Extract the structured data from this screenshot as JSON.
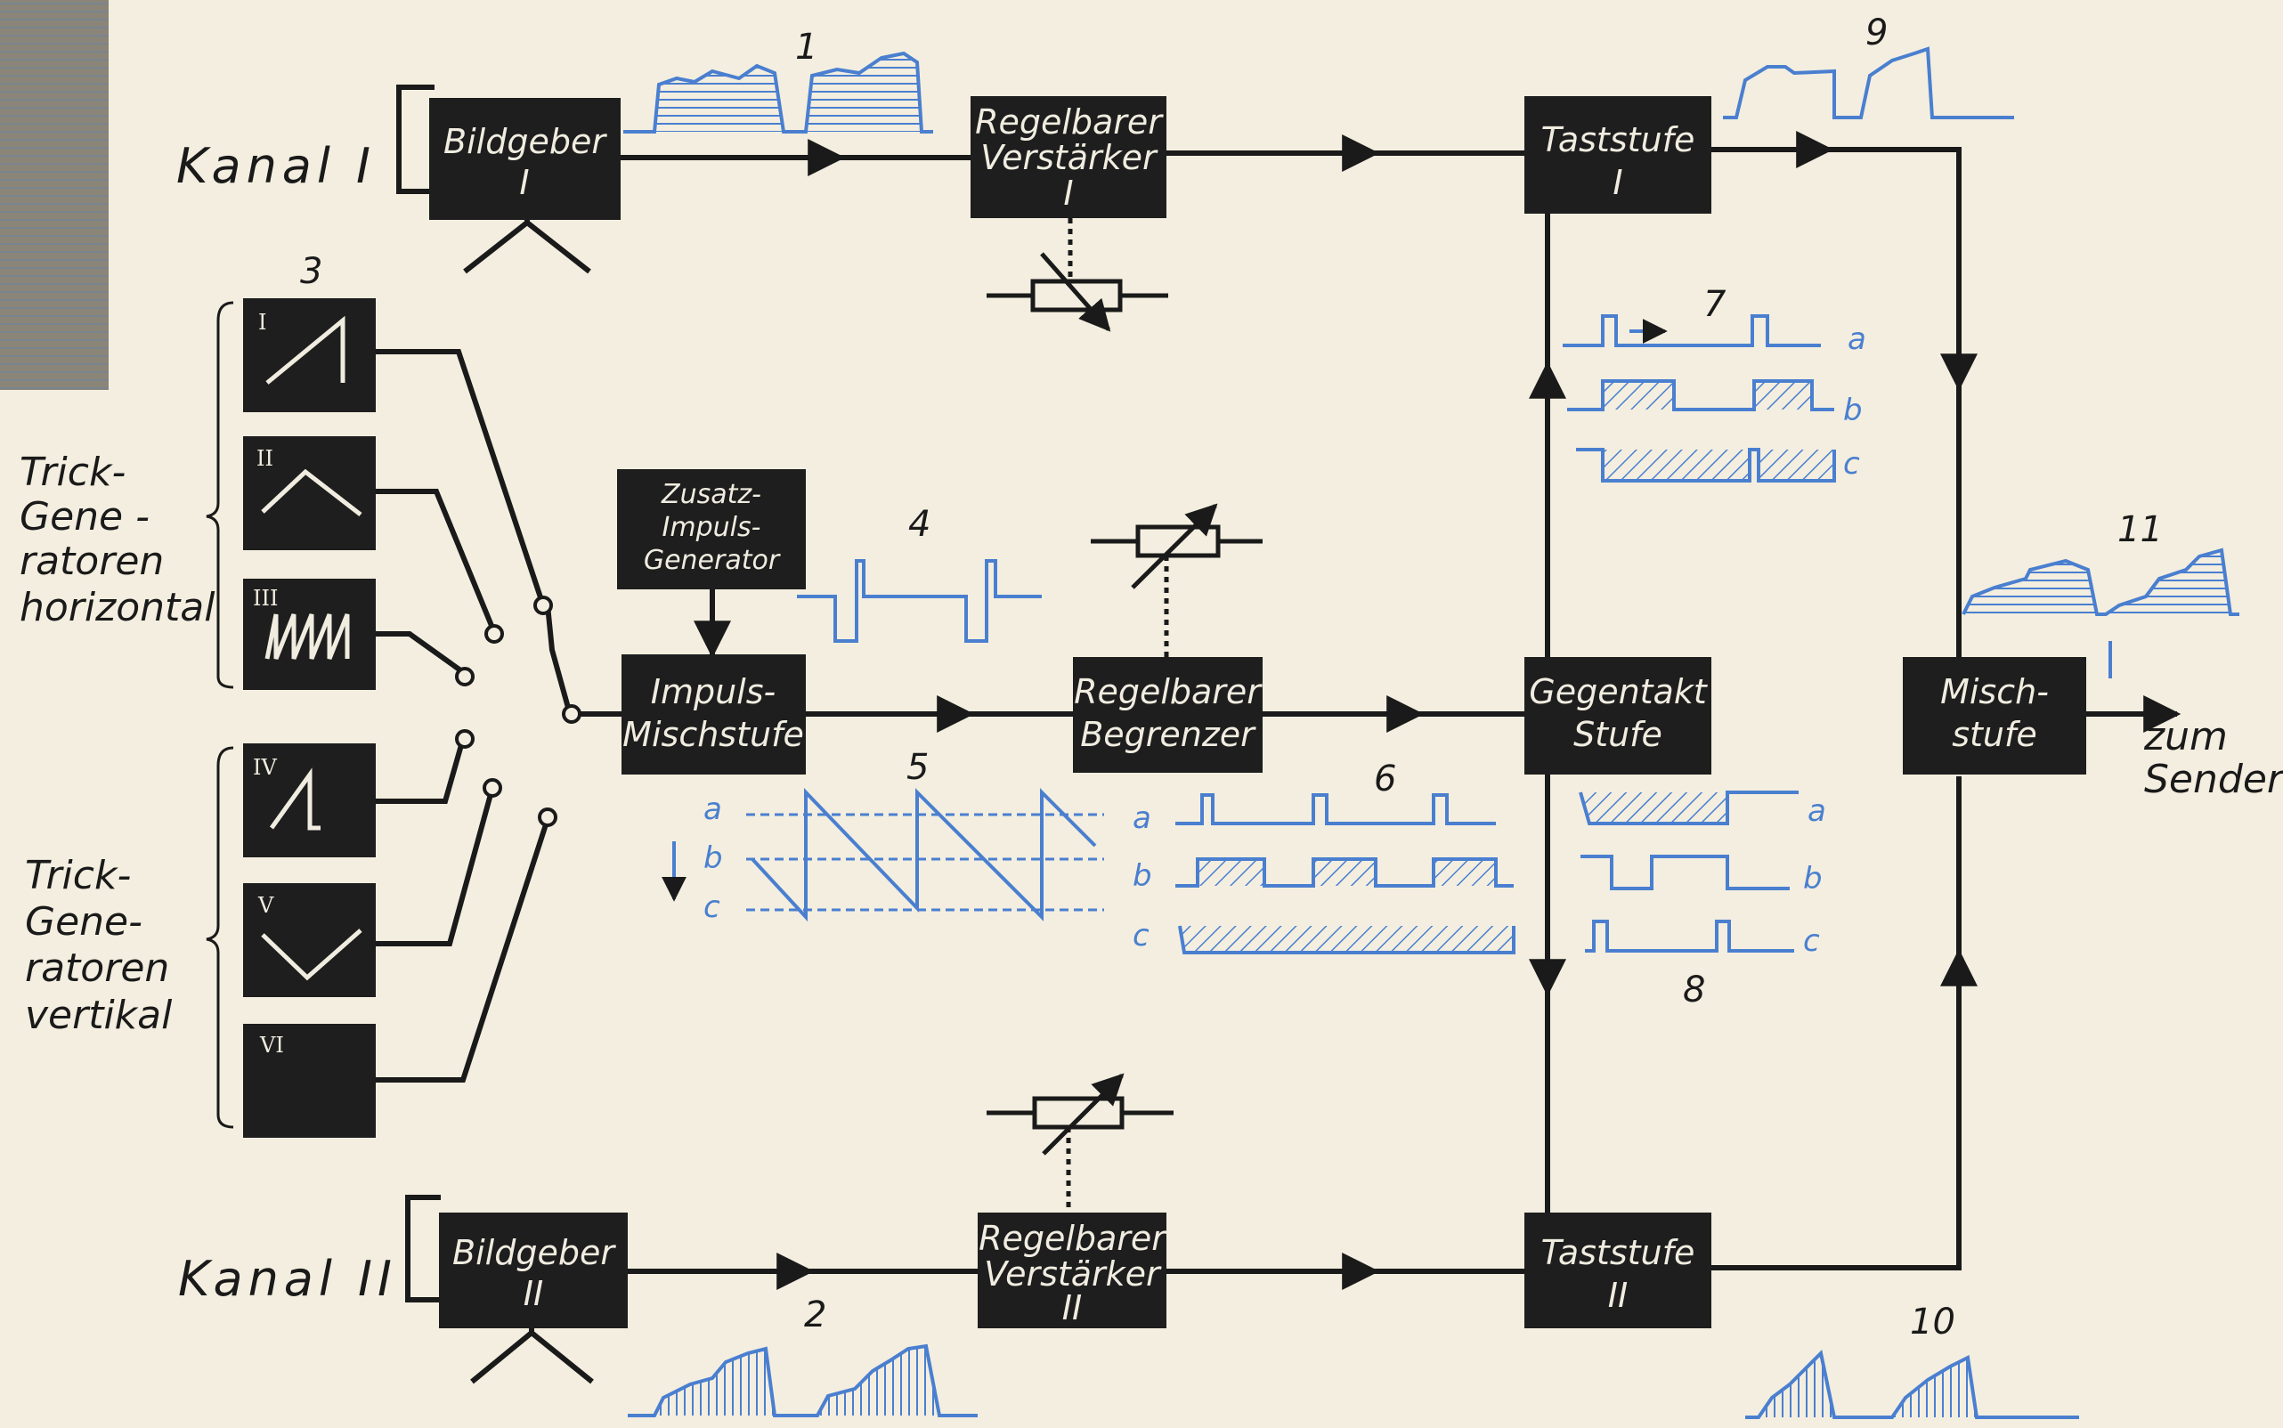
{
  "channels": {
    "kanal1": "Kanal I",
    "kanal2": "Kanal II"
  },
  "blocks": {
    "bildgeber1": [
      "Bildgeber",
      "I"
    ],
    "bildgeber2": [
      "Bildgeber",
      "II"
    ],
    "regverst1": [
      "Regelbarer",
      "Verstärker",
      "I"
    ],
    "regverst2": [
      "Regelbarer",
      "Verstärker",
      "II"
    ],
    "taststufe1": [
      "Taststufe",
      "I"
    ],
    "taststufe2": [
      "Taststufe",
      "II"
    ],
    "zusatz": [
      "Zusatz-",
      "Impuls-",
      "Generator"
    ],
    "impuls_misch": [
      "Impuls-",
      "Mischstufe"
    ],
    "regbegrenzer": [
      "Regelbarer",
      "Begrenzer"
    ],
    "gegentakt": [
      "Gegentakt",
      "Stufe"
    ],
    "mischstufe": [
      "Misch-",
      "stufe"
    ]
  },
  "generator_numerals": [
    "I",
    "II",
    "III",
    "IV",
    "V",
    "VI"
  ],
  "groups": {
    "horizontal": [
      "Trick-",
      "Gene -",
      "ratoren",
      "horizontal"
    ],
    "vertical": [
      "Trick-",
      "Gene-",
      "ratoren",
      "vertikal"
    ]
  },
  "output_label": [
    "zum",
    "Sender"
  ],
  "signal_numbers": [
    "1",
    "2",
    "3",
    "4",
    "5",
    "6",
    "7",
    "8",
    "9",
    "10",
    "11"
  ],
  "sub_labels": [
    "a",
    "b",
    "c"
  ],
  "colors": {
    "block": "#1e1e1e",
    "line": "#1a1a1a",
    "signal": "#4a7fd0",
    "paper": "#f3eedf"
  }
}
